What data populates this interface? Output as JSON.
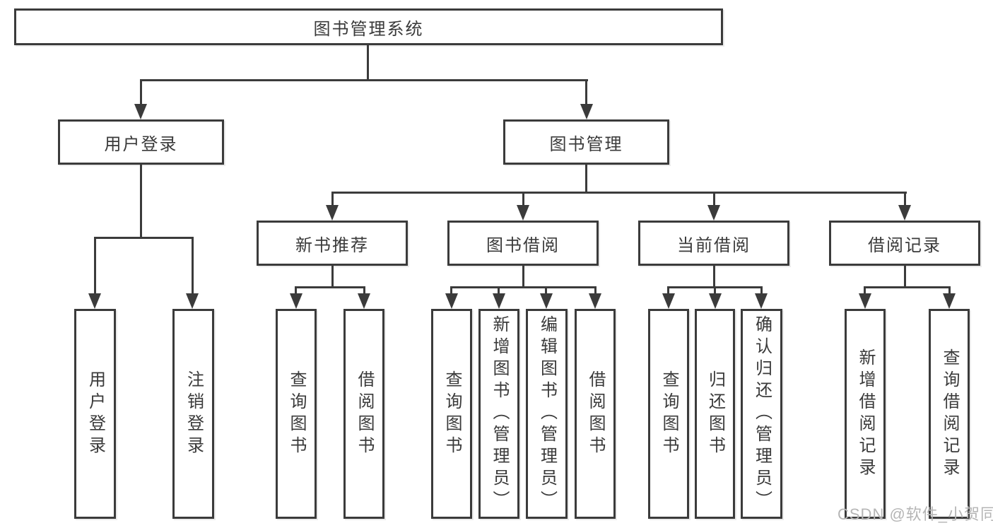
{
  "diagram": {
    "root": {
      "label": "图书管理系统"
    },
    "level2": [
      {
        "label": "用户登录"
      },
      {
        "label": "图书管理"
      }
    ],
    "level3": [
      {
        "label": "新书推荐",
        "parent": "图书管理"
      },
      {
        "label": "图书借阅",
        "parent": "图书管理"
      },
      {
        "label": "当前借阅",
        "parent": "图书管理"
      },
      {
        "label": "借阅记录",
        "parent": "图书管理"
      }
    ],
    "leaves": [
      {
        "label": "用户登录",
        "parent": "用户登录"
      },
      {
        "label": "注销登录",
        "parent": "用户登录"
      },
      {
        "label": "查询图书",
        "parent": "新书推荐"
      },
      {
        "label": "借阅图书",
        "parent": "新书推荐"
      },
      {
        "label": "查询图书",
        "parent": "图书借阅"
      },
      {
        "label": "新增图书（管理员）",
        "parent": "图书借阅"
      },
      {
        "label": "编辑图书（管理员）",
        "parent": "图书借阅"
      },
      {
        "label": "借阅图书",
        "parent": "图书借阅"
      },
      {
        "label": "查询图书",
        "parent": "当前借阅"
      },
      {
        "label": "归还图书",
        "parent": "当前借阅"
      },
      {
        "label": "确认归还（管理员）",
        "parent": "当前借阅"
      },
      {
        "label": "新增借阅记录",
        "parent": "借阅记录"
      },
      {
        "label": "查询借阅记录",
        "parent": "借阅记录"
      }
    ]
  },
  "watermark": {
    "text": "CSDN @软件_小贺同学"
  },
  "colors": {
    "line": "#3b3b3b",
    "text": "#3a3a3a",
    "bg": "#ffffff",
    "watermark": "#b5b5b5"
  }
}
